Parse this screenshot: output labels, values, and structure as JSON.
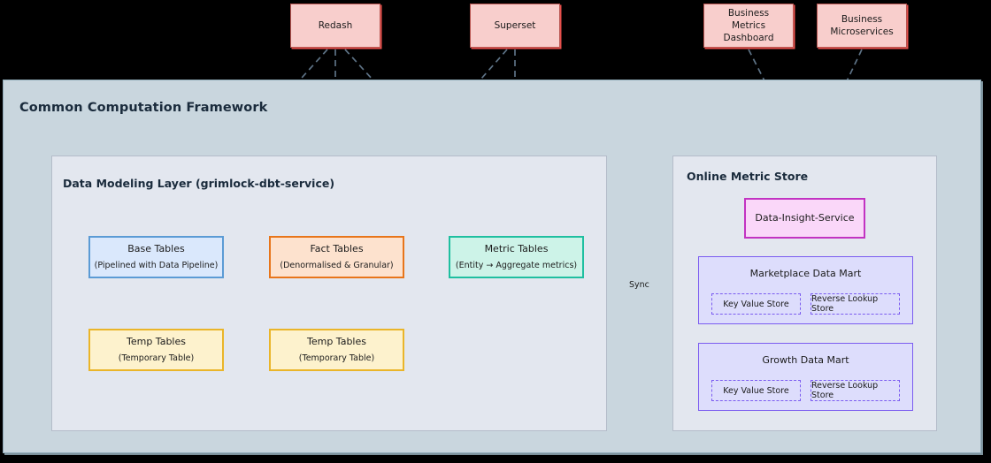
{
  "diagram": {
    "title": "Common Computation Framework",
    "sources": [
      {
        "id": "redash",
        "label": "Redash"
      },
      {
        "id": "superset",
        "label": "Superset"
      },
      {
        "id": "business-metrics-dashboard",
        "label": "Business\nMetrics\nDashboard"
      },
      {
        "id": "business-microservices",
        "label": "Business\nMicroservices"
      }
    ],
    "data_modeling_layer": {
      "title": "Data Modeling Layer (grimlock-dbt-service)",
      "nodes": [
        {
          "id": "base-tables",
          "title": "Base Tables",
          "sub": "(Pipelined with Data Pipeline)",
          "color": "blue"
        },
        {
          "id": "fact-tables",
          "title": "Fact Tables",
          "sub": "(Denormalised & Granular)",
          "color": "orange"
        },
        {
          "id": "metric-tables",
          "title": "Metric Tables",
          "sub": "(Entity → Aggregate metrics)",
          "color": "teal"
        },
        {
          "id": "temp-tables-left",
          "title": "Temp Tables",
          "sub": "(Temporary Table)",
          "color": "yellow"
        },
        {
          "id": "temp-tables-right",
          "title": "Temp Tables",
          "sub": "(Temporary Table)",
          "color": "yellow"
        }
      ]
    },
    "online_metric_store": {
      "title": "Online Metric Store",
      "service": {
        "id": "data-insight-service",
        "label": "Data-Insight-Service"
      },
      "marts": [
        {
          "id": "marketplace-data-mart",
          "title": "Marketplace Data Mart",
          "stores": [
            {
              "id": "key-value-store",
              "label": "Key Value Store"
            },
            {
              "id": "reverse-lookup-store",
              "label": "Reverse Lookup Store"
            }
          ]
        },
        {
          "id": "growth-data-mart",
          "title": "Growth Data Mart",
          "stores": [
            {
              "id": "key-value-store",
              "label": "Key Value Store"
            },
            {
              "id": "reverse-lookup-store",
              "label": "Reverse Lookup Store"
            }
          ]
        }
      ]
    },
    "edges": {
      "sync_label": "Sync"
    },
    "colors": {
      "background": "#000000",
      "framework_fill": "#c9d6de",
      "panel_fill": "#e3e7ef",
      "source_fill": "#f8cecc",
      "source_stroke": "#b85450",
      "blue_fill": "#dae8fc",
      "blue_stroke": "#5b9bd5",
      "orange_fill": "#fde2ce",
      "orange_stroke": "#e8751a",
      "teal_fill": "#cdf3e8",
      "teal_stroke": "#1fbfa0",
      "yellow_fill": "#fdf2cd",
      "yellow_stroke": "#eab529",
      "pink_fill": "#fad7f9",
      "pink_stroke": "#c233c2",
      "mart_fill": "#ddddfc",
      "mart_stroke": "#7b5cf0",
      "connector": "#5d7285"
    }
  }
}
